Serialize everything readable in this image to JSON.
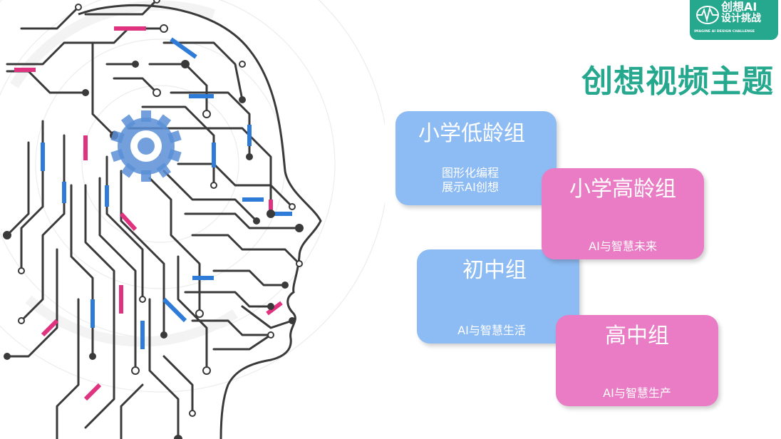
{
  "logo": {
    "line1": "创想AI",
    "line2": "设计挑战",
    "subtitle": "IMAGINE AI DESIGN CHALLENGE"
  },
  "title": "创想视频主题",
  "groups": [
    {
      "name": "小学低龄组",
      "desc": "图形化编程\n展示AI创想",
      "color": "#8dbbf3"
    },
    {
      "name": "小学高龄组",
      "desc": "AI与智慧未来",
      "color": "#e97cc4"
    },
    {
      "name": "初中组",
      "desc": "AI与智慧生活",
      "color": "#8dbbf3"
    },
    {
      "name": "高中组",
      "desc": "AI与智慧生产",
      "color": "#e97cc4"
    }
  ],
  "colors": {
    "brand": "#25a88e",
    "circuit": "#3a3a3a",
    "accent_blue": "#2f7bd8",
    "accent_pink": "#e0337f",
    "gear": "#5b8fd6"
  }
}
